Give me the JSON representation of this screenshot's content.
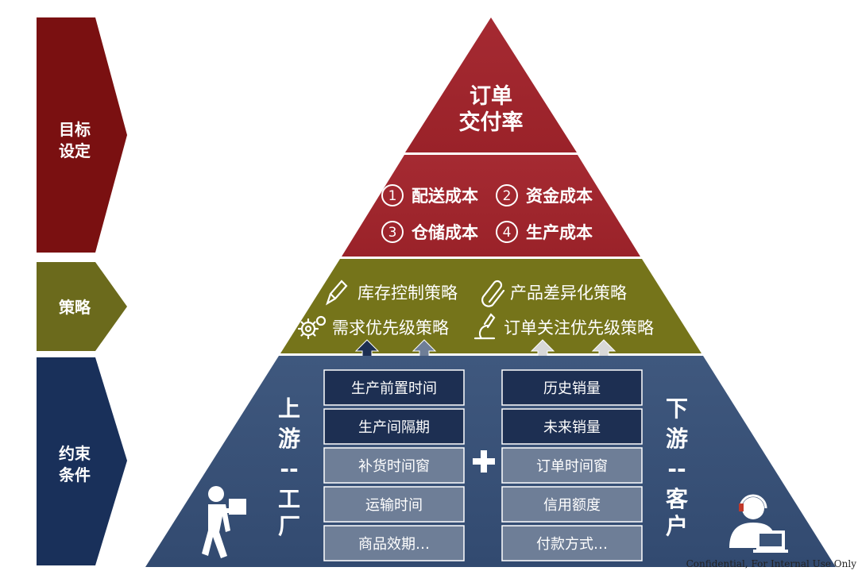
{
  "colors": {
    "goal": "#7a1011",
    "goal_light": "#a52a32",
    "strategy": "#6b6a1c",
    "strategy_light": "#75741a",
    "constraint": "#19305a",
    "constraint_light": "#3b5479",
    "box_dark": "#1d2f52",
    "box_light": "#6e7e97"
  },
  "side_labels": {
    "goal": [
      "目标",
      "设定"
    ],
    "strategy": [
      "策略"
    ],
    "constraint": [
      "约束",
      "条件"
    ]
  },
  "pyramid": {
    "top": [
      "订单",
      "交付率"
    ],
    "costs": [
      {
        "num": "1",
        "label": "配送成本"
      },
      {
        "num": "2",
        "label": "资金成本"
      },
      {
        "num": "3",
        "label": "仓储成本"
      },
      {
        "num": "4",
        "label": "生产成本"
      }
    ],
    "strategies": [
      {
        "icon": "pencil-icon",
        "label": "库存控制策略"
      },
      {
        "icon": "paperclip-icon",
        "label": "产品差异化策略"
      },
      {
        "icon": "gears-icon",
        "label": "需求优先级策略"
      },
      {
        "icon": "microscope-icon",
        "label": "订单关注优先级策略"
      }
    ],
    "upstream": {
      "title": [
        "上",
        "游",
        "--",
        "工",
        "厂"
      ],
      "items": [
        {
          "label": "生产前置时间",
          "style": "dark"
        },
        {
          "label": "生产间隔期",
          "style": "dark"
        },
        {
          "label": "补货时间窗",
          "style": "light"
        },
        {
          "label": "运输时间",
          "style": "light"
        },
        {
          "label": "商品效期…",
          "style": "light"
        }
      ]
    },
    "downstream": {
      "title": [
        "下",
        "游",
        "--",
        "客",
        "户"
      ],
      "items": [
        {
          "label": "历史销量",
          "style": "dark"
        },
        {
          "label": "未来销量",
          "style": "dark"
        },
        {
          "label": "订单时间窗",
          "style": "light"
        },
        {
          "label": "信用额度",
          "style": "light"
        },
        {
          "label": "付款方式…",
          "style": "light"
        }
      ]
    },
    "plus": "+"
  },
  "footer": "Confidential, For Internal Use Only"
}
